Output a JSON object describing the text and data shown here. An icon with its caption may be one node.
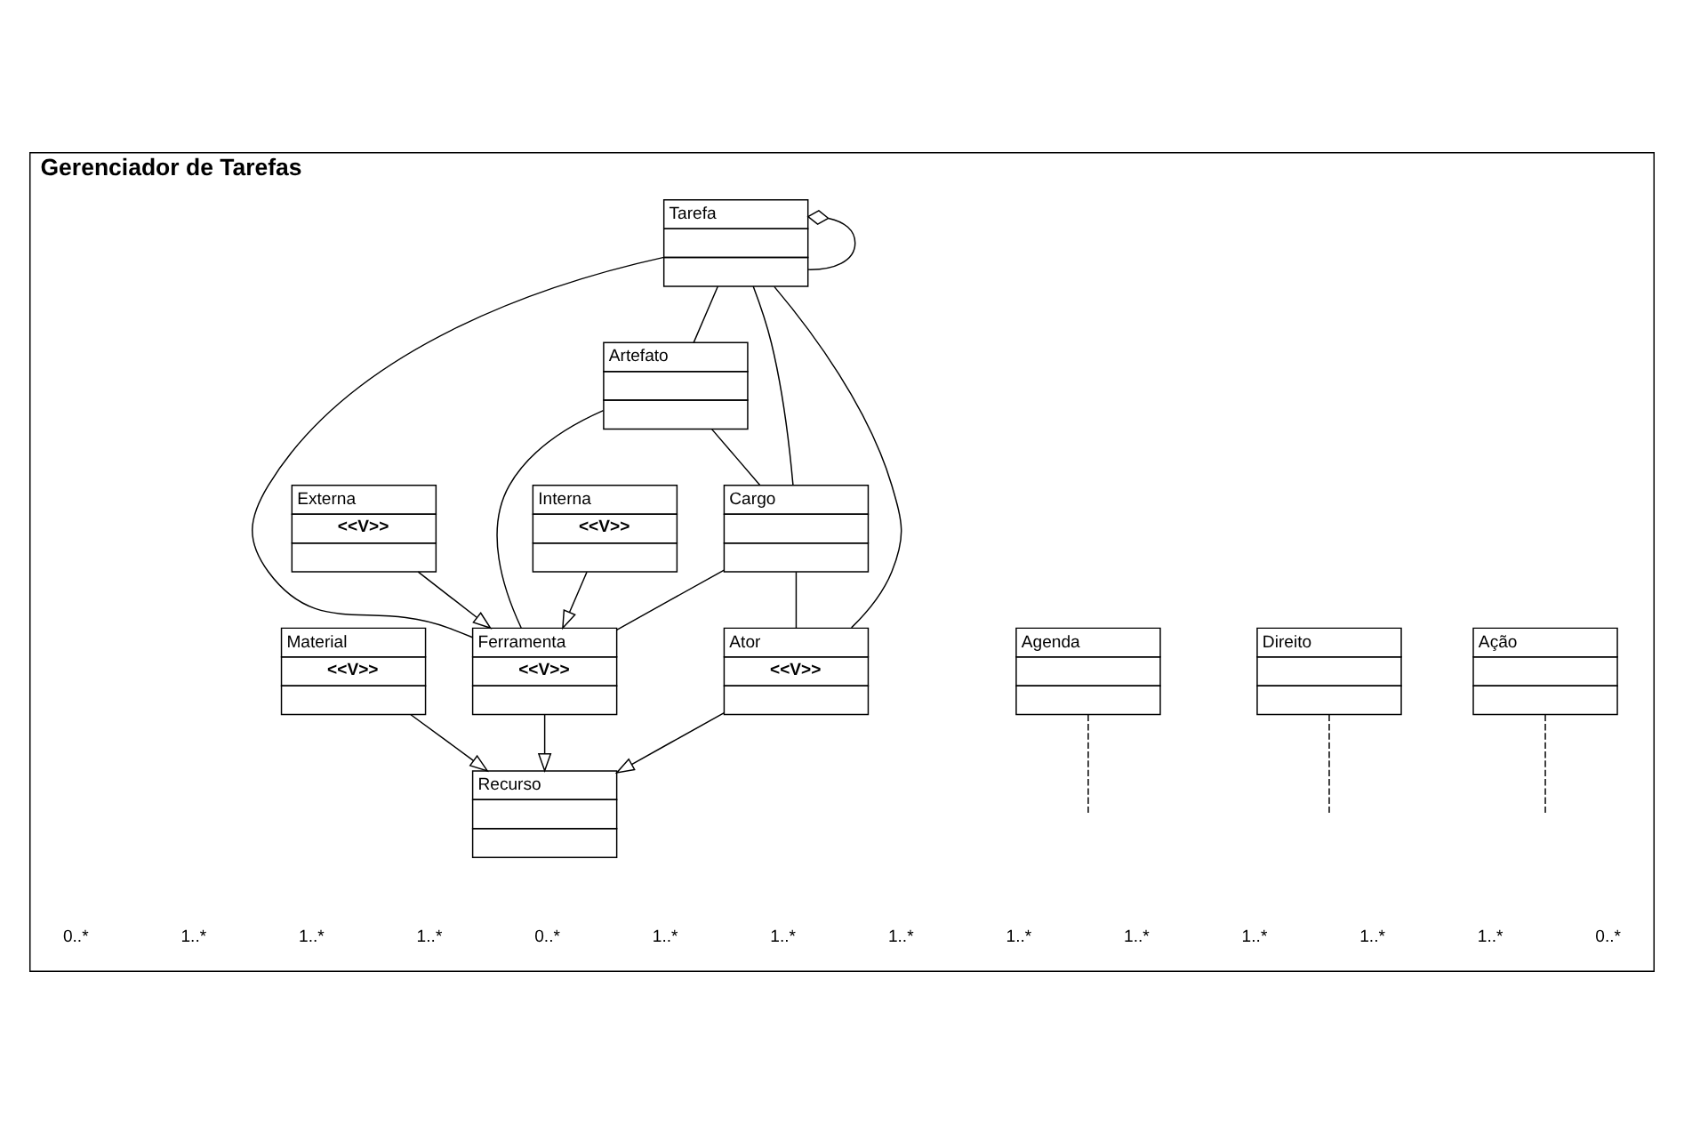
{
  "diagram": {
    "nodes": [
      {
        "text": [
          "Gerenciador de Tarefas"
        ]
      },
      {
        "text": [
          "Tarefa"
        ],
        "in": 0
      },
      {
        "text": [
          "Artefato"
        ],
        "in": 0
      },
      {
        "text": [
          "Cargo"
        ],
        "in": 0
      },
      {
        "text": [
          "Ação"
        ],
        "in": 0
      },
      {
        "text": [
          "Direito"
        ],
        "in": 0
      },
      {
        "text": [
          "Ferramenta",
          "<<V>>"
        ],
        "in": 0
      },
      {
        "text": [
          "Agenda"
        ],
        "in": 0
      },
      {
        "text": [
          "Interna",
          "<<V>>"
        ],
        "in": 0
      },
      {
        "text": [
          "Externa",
          "<<V>>"
        ],
        "in": 0
      },
      {
        "text": [
          "Material",
          "<<V>>"
        ],
        "in": 0
      },
      {
        "text": [
          "Recurso"
        ],
        "in": 0
      },
      {
        "text": [
          "Ator",
          "<<V>>"
        ],
        "in": 0
      }
    ],
    "edges": [
      {
        "from": 1,
        "to": 1,
        "arrow": "other"
      },
      {
        "from": 1,
        "to": 3,
        "arrow": "none"
      },
      {
        "from": 1,
        "to": 12,
        "arrow": "none"
      },
      {
        "from": 1,
        "to": 2,
        "arrow": "none"
      },
      {
        "from": 2,
        "to": 3,
        "arrow": "none"
      },
      {
        "from": 5,
        "to": null,
        "arrow": "none",
        "style": "dashed"
      },
      {
        "from": 2,
        "to": 6,
        "arrow": "none"
      },
      {
        "from": 4,
        "to": null,
        "arrow": "none",
        "style": "dashed"
      },
      {
        "from": 1,
        "to": 6,
        "arrow": "none"
      },
      {
        "from": 3,
        "to": 6,
        "arrow": "none"
      },
      {
        "from": 3,
        "to": 12,
        "arrow": "none"
      },
      {
        "from": 7,
        "to": null,
        "arrow": "none",
        "style": "dashed"
      },
      {
        "from": 8,
        "to": 6,
        "arrow": "to"
      },
      {
        "from": 9,
        "to": 6,
        "arrow": "to"
      },
      {
        "from": 6,
        "to": 11,
        "arrow": "to"
      },
      {
        "from": 10,
        "to": 11,
        "arrow": "to"
      },
      {
        "from": 12,
        "to": 11,
        "arrow": "to"
      }
    ],
    "labels": [
      "0..*",
      "1..*",
      "1..*",
      "1..*",
      "1..*",
      "1..*",
      "1..*",
      "1..*",
      "1..*",
      "0..*",
      "1..*",
      "1..*",
      "1..*",
      "0..*"
    ]
  }
}
